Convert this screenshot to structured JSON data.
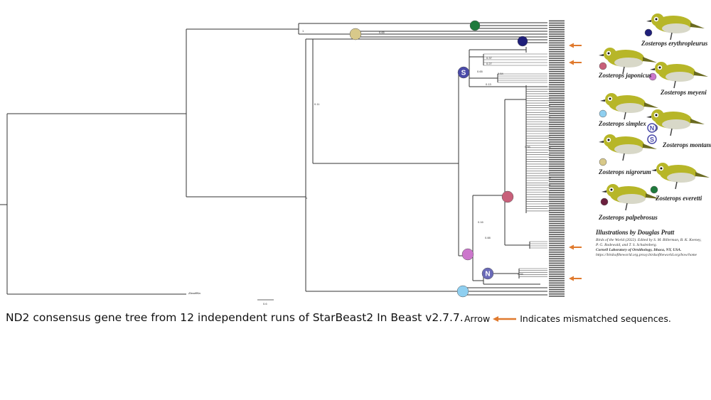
{
  "caption": "ND2 consensus gene tree from 12 independent runs of StarBeast2 In Beast v2.7.7.",
  "legend": {
    "label_before": "Arrow",
    "label_after": "Indicates mismatched sequences.",
    "arrow_icon": "orange-left-arrow-icon",
    "arrow_color": "#E07A2E"
  },
  "tree": {
    "outgroup_label": "Zbouffl6a",
    "scale_label": "0.6",
    "support_values": [
      "1",
      "0.65",
      "0.11",
      "1",
      "0.37",
      "0.27",
      "0.65",
      "0.54",
      "0.13",
      "0.56",
      "0.16",
      "0.88",
      "0.99",
      "0.94"
    ]
  },
  "markers": [
    {
      "name": "everetti",
      "color": "#1E7A3C",
      "letter": ""
    },
    {
      "name": "nigrorum",
      "color": "#D8C98A",
      "letter": ""
    },
    {
      "name": "erythropleurus",
      "color": "#1F1F7A",
      "letter": ""
    },
    {
      "name": "montanus-s",
      "color": "#4A4AA8",
      "letter": "S"
    },
    {
      "name": "japonicus",
      "color": "#C8607A",
      "letter": ""
    },
    {
      "name": "meyeni",
      "color": "#CC77CC",
      "letter": ""
    },
    {
      "name": "montanus-n",
      "color": "#6A6AB8",
      "letter": "N"
    },
    {
      "name": "simplex",
      "color": "#8FCFF0",
      "letter": ""
    },
    {
      "name": "palpebrosus",
      "color": "#6B1F3E",
      "letter": ""
    }
  ],
  "species": {
    "erythropleurus": "Zosterops erythropleurus",
    "japonicus": "Zosterops japonicus",
    "meyeni": "Zosterops meyeni",
    "simplex": "Zosterops simplex",
    "montanus": "Zosterops montanus",
    "nigrorum": "Zosterops nigrorum",
    "everetti": "Zosterops everetti",
    "palpebrosus": "Zosterops palpebrosus"
  },
  "credit": {
    "title": "Illustrations by Douglas Pratt",
    "line1": "Birds of the World (2022). Edited by S. M. Billerman, B. K. Keeney,",
    "line2": "P. G. Rodewald, and T. S. Schulenberg.",
    "line3": "Cornell Laboratory of Ornithology, Ithaca, NY, USA.",
    "line4": "https://birdsoftheworld.org.proxy.birdsoftheworld.org/bow/home"
  },
  "colors": {
    "bird_yellow": "#B7B628",
    "bird_belly": "#D8D8C8",
    "arrow": "#E07A2E"
  }
}
